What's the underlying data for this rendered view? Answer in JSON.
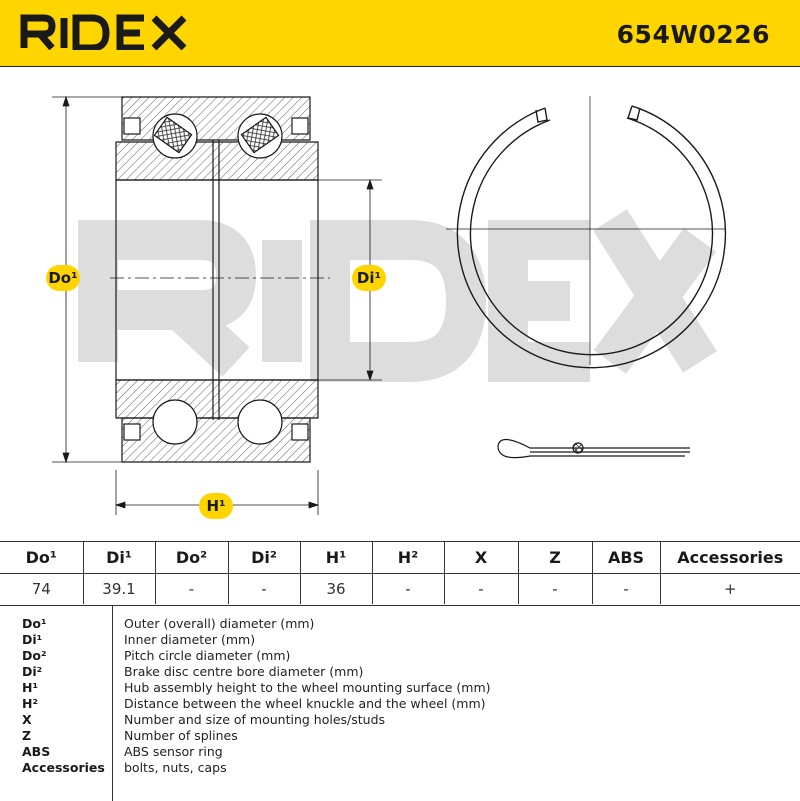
{
  "header": {
    "brand": "RIDEX",
    "part_number": "654W0226",
    "brand_color": "#ffd500"
  },
  "drawing": {
    "watermark": "RIDEX",
    "badges": {
      "do1": "Do¹",
      "di1": "Di¹",
      "h1": "H¹"
    }
  },
  "specs": {
    "headers": [
      "Do¹",
      "Di¹",
      "Do²",
      "Di²",
      "H¹",
      "H²",
      "X",
      "Z",
      "ABS",
      "Accessories"
    ],
    "values": [
      "74",
      "39.1",
      "-",
      "-",
      "36",
      "-",
      "-",
      "-",
      "-",
      "+"
    ]
  },
  "legend": [
    {
      "code": "Do¹",
      "desc": "Outer (overall) diameter (mm)"
    },
    {
      "code": "Di¹",
      "desc": "Inner diameter (mm)"
    },
    {
      "code": "Do²",
      "desc": "Pitch circle diameter (mm)"
    },
    {
      "code": "Di²",
      "desc": "Brake disc centre bore diameter (mm)"
    },
    {
      "code": "H¹",
      "desc": "Hub assembly height to the wheel mounting surface (mm)"
    },
    {
      "code": "H²",
      "desc": "Distance between the wheel knuckle and the wheel (mm)"
    },
    {
      "code": "X",
      "desc": "Number and size of mounting holes/studs"
    },
    {
      "code": "Z",
      "desc": "Number of splines"
    },
    {
      "code": "ABS",
      "desc": "ABS sensor ring"
    },
    {
      "code": "Accessories",
      "desc": "bolts, nuts, caps"
    }
  ]
}
